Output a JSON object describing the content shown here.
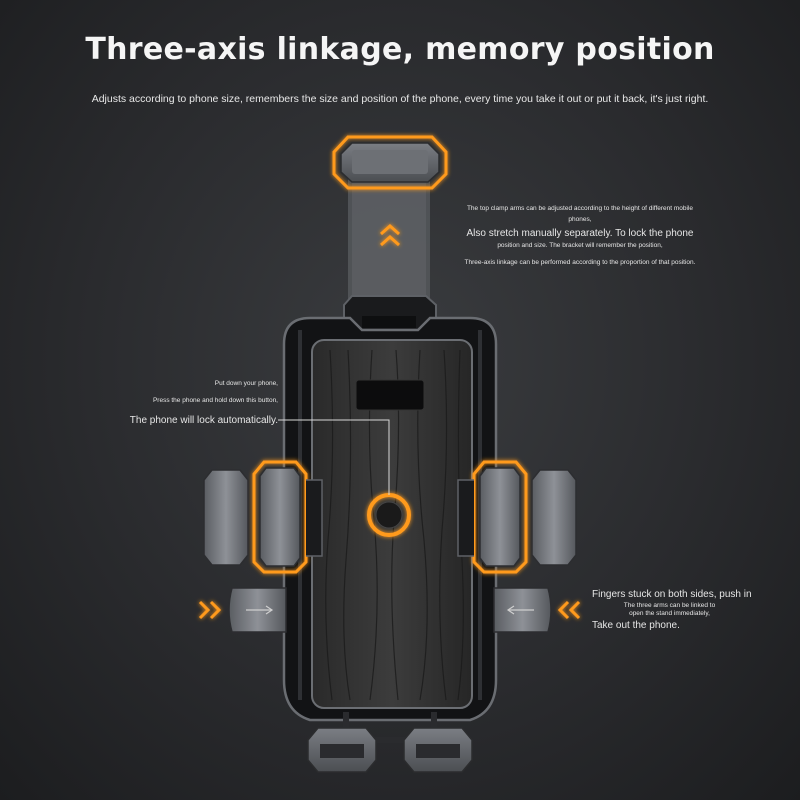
{
  "title": "Three-axis linkage, memory position",
  "subtitle": "Adjusts according to phone size, remembers the size and position of the phone, every time you take it out or put it back, it's just right.",
  "annotations": {
    "top_clamp": {
      "line1": "The top clamp arms can be adjusted according to the height of different mobile",
      "line2": "phones,",
      "line3": "Also stretch manually separately. To lock the phone",
      "line4": "position and size. The bracket will remember the position,",
      "line5": "Three-axis linkage can be performed according to the proportion of that position."
    },
    "lock_button": {
      "line1": "Put down your phone,",
      "line2": "Press the phone and hold down this button,",
      "line3": "The phone will lock automatically."
    },
    "release": {
      "line1": "Fingers stuck on both sides, push in",
      "line2": "The three arms can be linked to",
      "line3": "open the stand immediately,",
      "line4": "Take out the phone."
    }
  },
  "colors": {
    "accent": "#ff9a1f",
    "background": "#2a2b2e",
    "body": "#111214"
  },
  "icons": [
    "chevron-up-double-icon",
    "chevron-right-double-icon",
    "chevron-left-double-icon",
    "arrow-left-right-icon"
  ]
}
